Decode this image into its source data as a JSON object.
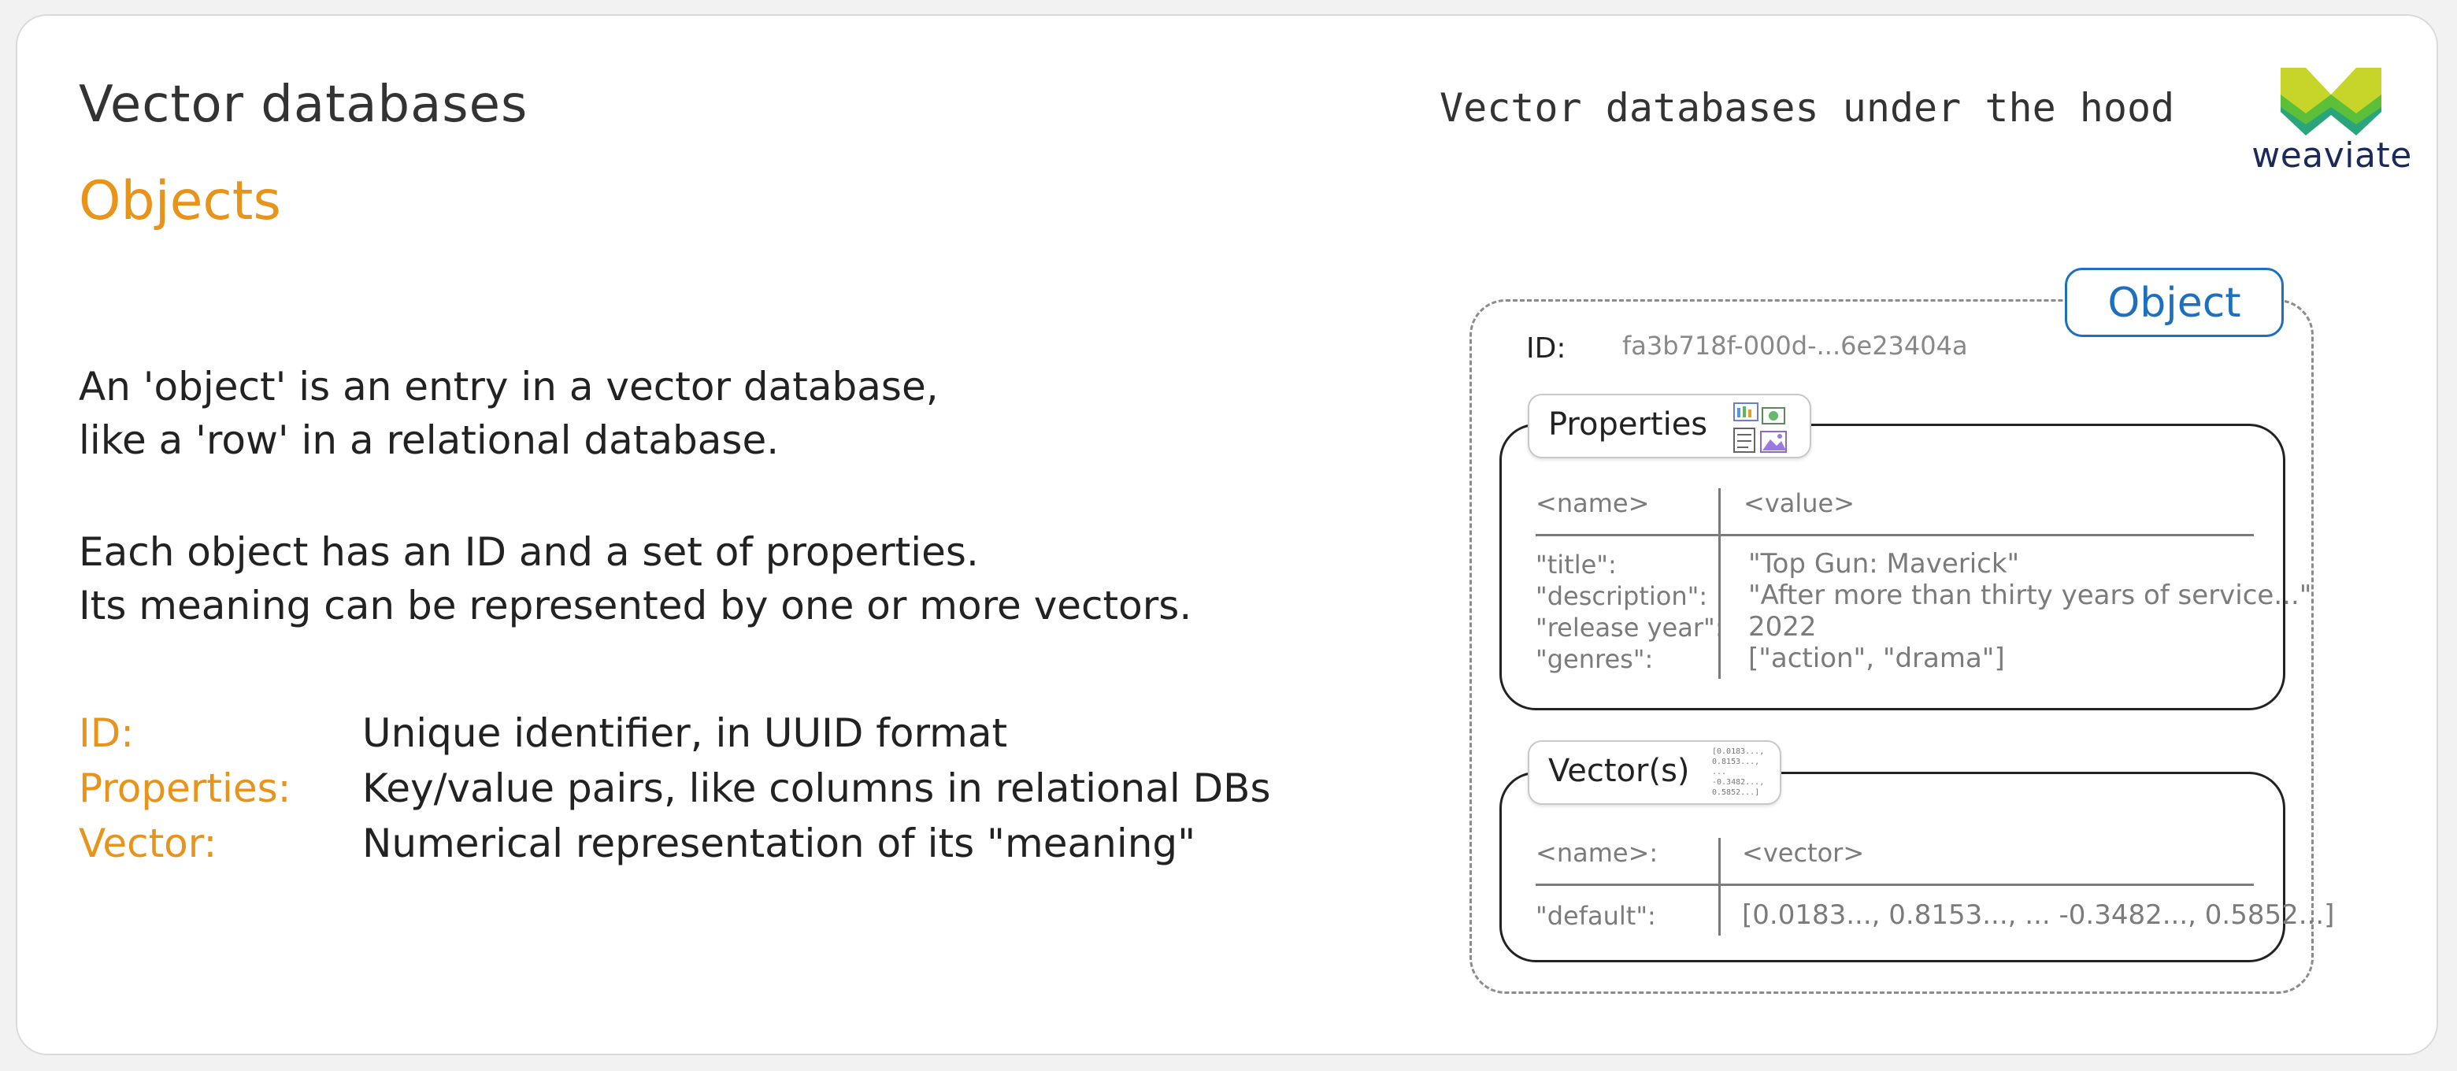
{
  "header": {
    "title": "Vector databases",
    "subtitle": "Objects",
    "section_label": "Vector databases under the hood",
    "logo_text": "weaviate"
  },
  "intro": {
    "lines": [
      "An 'object' is an entry in a vector database,",
      "like a 'row' in a relational database.",
      "Each object has an ID and a set of properties.",
      "Its meaning can be represented by one or more vectors."
    ]
  },
  "definitions": [
    {
      "term": "ID:",
      "description": "Unique identifier, in UUID format"
    },
    {
      "term": "Properties:",
      "description": "Key/value pairs, like columns in relational DBs"
    },
    {
      "term": "Vector:",
      "description": "Numerical representation of its \"meaning\""
    }
  ],
  "diagram": {
    "object_tag": "Object",
    "id_label": "ID:",
    "id_value": "fa3b718f-000d-...6e23404a",
    "properties": {
      "tag": "Properties",
      "header_name": "<name>",
      "header_value": "<value>",
      "rows": [
        {
          "name": "\"title\":",
          "value": "\"Top Gun: Maverick\""
        },
        {
          "name": "\"description\":",
          "value": "\"After more than thirty years of service...\""
        },
        {
          "name": "\"release year\":",
          "value": "2022"
        },
        {
          "name": "\"genres\":",
          "value": "[\"action\", \"drama\"]"
        }
      ]
    },
    "vectors": {
      "tag": "Vector(s)",
      "tag_thumb_lines": [
        "[0.0183...,",
        "0.8153...,",
        "...",
        "-0.3482...,",
        "0.5852...]"
      ],
      "header_name": "<name>:",
      "header_value": "<vector>",
      "rows": [
        {
          "name": "\"default\":",
          "value": "[0.0183..., 0.8153..., ... -0.3482..., 0.5852...]"
        }
      ]
    }
  },
  "colors": {
    "accent_orange": "#e8931a",
    "object_blue": "#1f6fbf",
    "logo_green": "#5bbf3a",
    "logo_yellow": "#c7d52a",
    "logo_text": "#1c2a5a"
  }
}
